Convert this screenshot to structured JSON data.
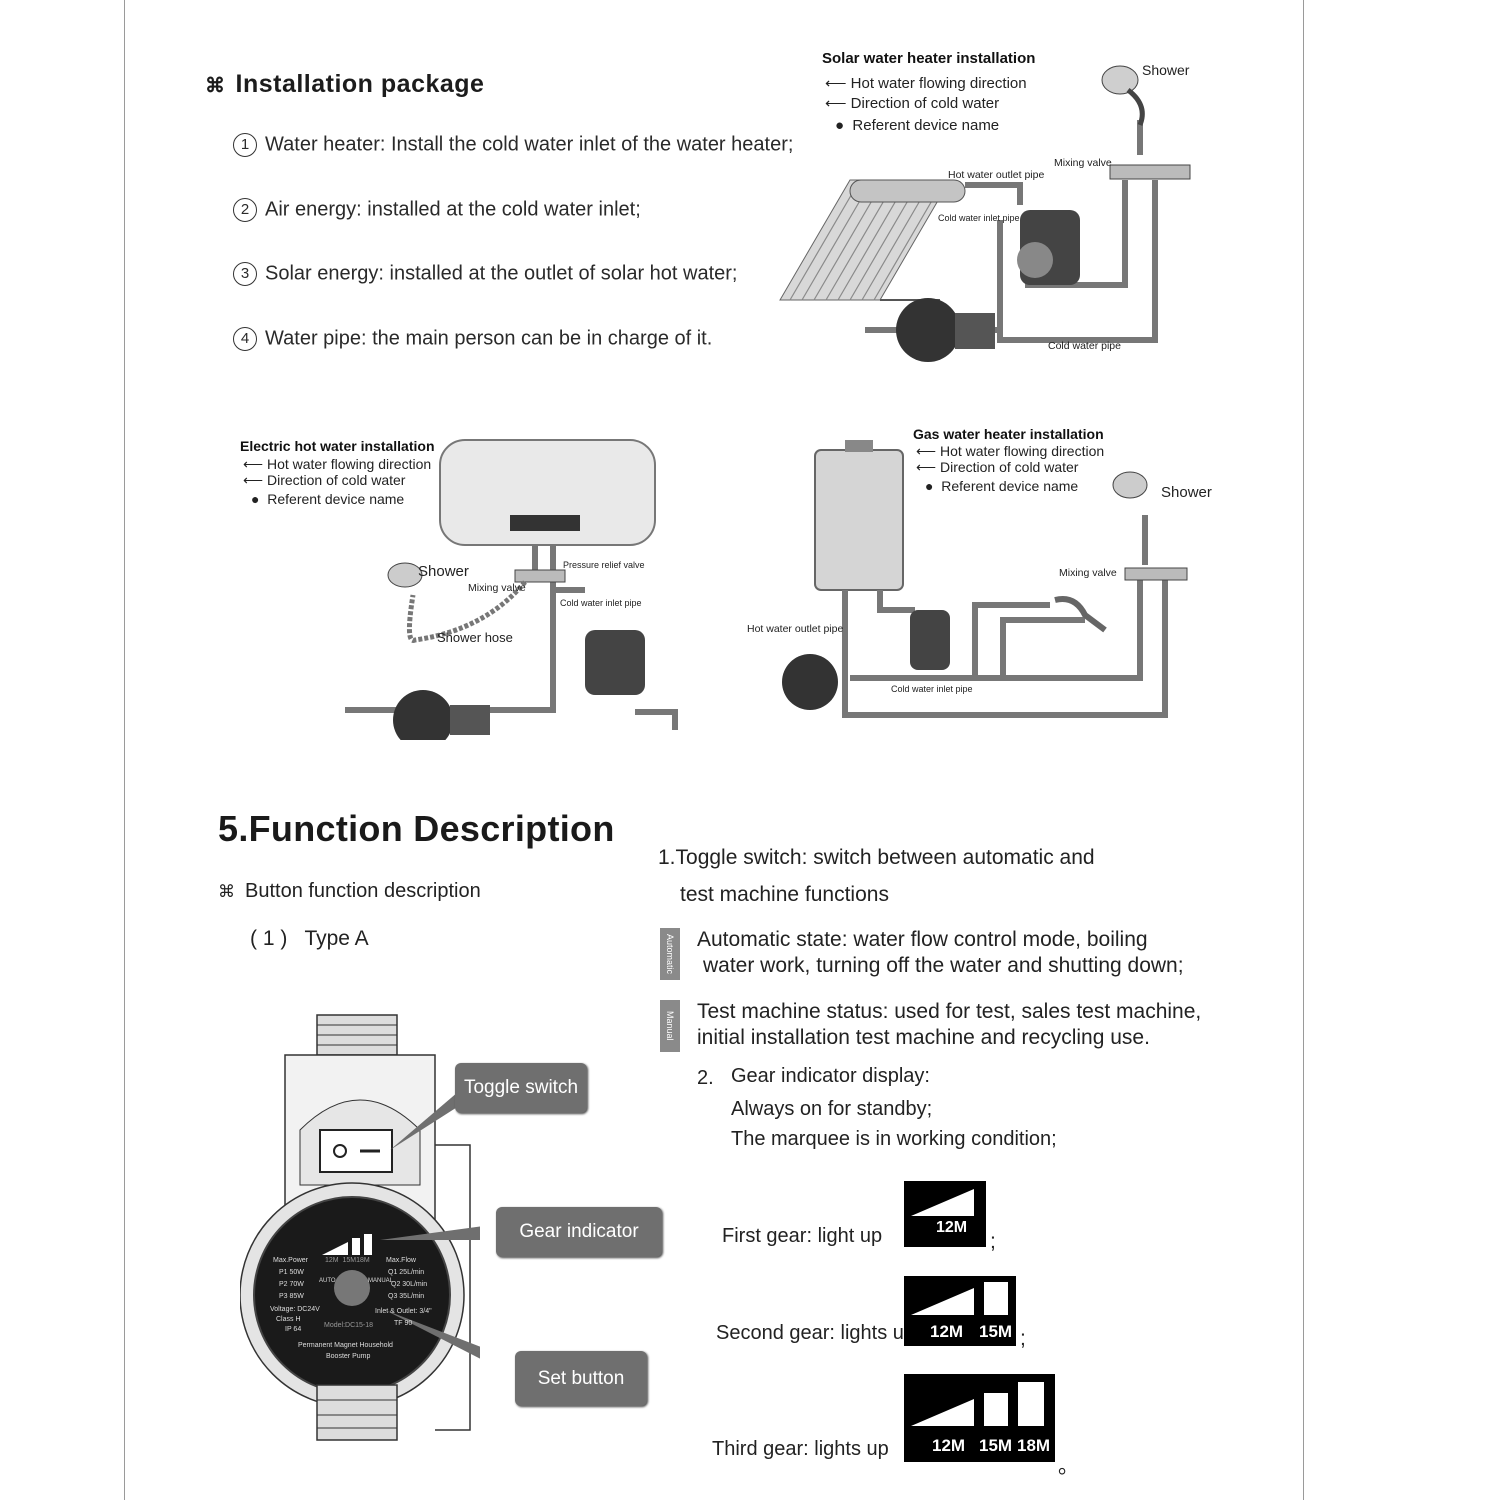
{
  "installation": {
    "heading_symbol": "⌘",
    "heading": "Installation package",
    "items": [
      {
        "num": "1",
        "text": "Water heater: Install the cold water inlet of the water heater;"
      },
      {
        "num": "2",
        "text": "Air energy: installed at the cold water inlet;"
      },
      {
        "num": "3",
        "text": "Solar energy: installed at the outlet of solar hot water;"
      },
      {
        "num": "4",
        "text": "Water pipe: the main person can be in charge of it."
      }
    ]
  },
  "solar_diagram": {
    "title": "Solar water heater installation",
    "legend": [
      "Hot water flowing direction",
      "Direction of cold water",
      "Referent device name"
    ],
    "labels": {
      "shower": "Shower",
      "mixing_valve": "Mixing valve",
      "hot_outlet": "Hot water outlet pipe",
      "cold_inlet": "Cold water inlet pipe",
      "cold_pipe": "Cold water pipe"
    }
  },
  "electric_diagram": {
    "title": "Electric hot water installation",
    "legend": [
      "Hot water flowing direction",
      "Direction of cold water",
      "Referent device name"
    ],
    "labels": {
      "shower": "Shower",
      "pressure_relief": "Pressure relief valve",
      "mixing_valve": "Mixing valve",
      "cold_inlet": "Cold water inlet pipe",
      "shower_hose": "Shower hose"
    }
  },
  "gas_diagram": {
    "title": "Gas water heater installation",
    "legend": [
      "Hot water flowing direction",
      "Direction of cold water",
      "Referent device name"
    ],
    "labels": {
      "shower": "Shower",
      "mixing_valve": "Mixing valve",
      "hot_outlet": "Hot water outlet pipe",
      "cold_inlet": "Cold water inlet pipe"
    }
  },
  "function": {
    "title": "5.Function Description",
    "sub_symbol": "⌘",
    "sub_heading": "Button function description",
    "type_label": "( 1 )   Type A",
    "pump": {
      "callouts": {
        "toggle": "Toggle switch",
        "gear": "Gear indicator",
        "set": "Set button"
      },
      "face": {
        "max_power": "Max.Power",
        "powers": [
          "P1 50W",
          "P2 70W",
          "P3 85W"
        ],
        "max_flow": "Max.Flow",
        "flows": [
          "Q1 25L/min",
          "Q2 30L/min",
          "Q3 35L/min"
        ],
        "heads": "12M  15M18M",
        "voltage": "Voltage: DC24V",
        "class": "Class  H",
        "ip": "IP 64",
        "model": "Model:DC15-18",
        "inlet": "Inlet & Outlet: 3/4\"",
        "tf": "TF 90",
        "auto": "AUTO",
        "manual": "MANUAL",
        "name1": "Permanent Magnet Household",
        "name2": "Booster Pump"
      }
    },
    "toggle_line1": "1.Toggle switch: switch between automatic and",
    "toggle_line2": "test machine functions",
    "automatic_tag": "Automatic",
    "automatic_line1": "Automatic state: water flow control mode, boiling",
    "automatic_line2": "water work, turning off the water and shutting down;",
    "manual_tag": "Manual",
    "manual_line1": "Test machine status: used for test, sales test machine,",
    "manual_line2": "initial installation test machine and recycling use.",
    "gear_num": "2.",
    "gear_line1": "Gear indicator display:",
    "gear_line2": "Always on for standby;",
    "gear_line3": "The marquee is in working condition;",
    "gears": [
      {
        "text": "First gear: light up",
        "labels": [
          "12M"
        ],
        "end": ";"
      },
      {
        "text": "Second gear: lights up",
        "labels": [
          "12M",
          "15M"
        ],
        "end": ";"
      },
      {
        "text": "Third gear: lights up",
        "labels": [
          "12M",
          "15M",
          "18M"
        ],
        "end": "。"
      }
    ]
  }
}
